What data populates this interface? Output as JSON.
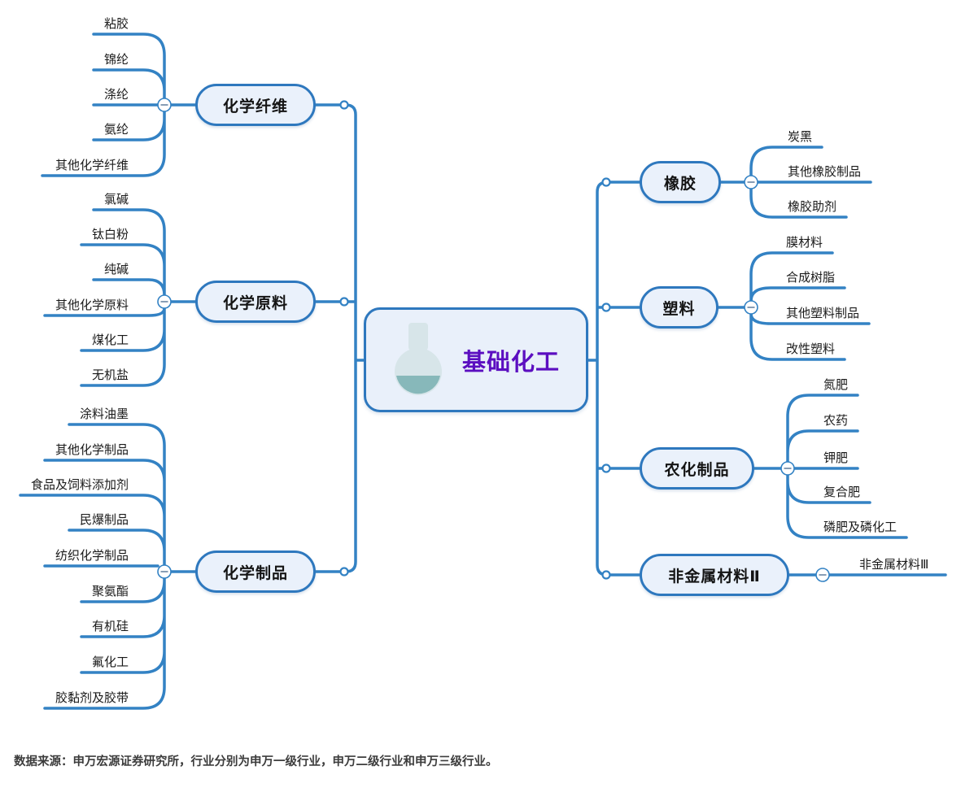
{
  "center": {
    "label": "基础化工",
    "icon": "flask-icon"
  },
  "left_branches": [
    {
      "label": "化学纤维",
      "children": [
        "粘胶",
        "锦纶",
        "涤纶",
        "氨纶",
        "其他化学纤维"
      ]
    },
    {
      "label": "化学原料",
      "children": [
        "氯碱",
        "钛白粉",
        "纯碱",
        "其他化学原料",
        "煤化工",
        "无机盐"
      ]
    },
    {
      "label": "化学制品",
      "children": [
        "涂料油墨",
        "其他化学制品",
        "食品及饲料添加剂",
        "民爆制品",
        "纺织化学制品",
        "聚氨酯",
        "有机硅",
        "氟化工",
        "胶黏剂及胶带"
      ]
    }
  ],
  "right_branches": [
    {
      "label": "橡胶",
      "children": [
        "炭黑",
        "其他橡胶制品",
        "橡胶助剂"
      ]
    },
    {
      "label": "塑料",
      "children": [
        "膜材料",
        "合成树脂",
        "其他塑料制品",
        "改性塑料"
      ]
    },
    {
      "label": "农化制品",
      "children": [
        "氮肥",
        "农药",
        "钾肥",
        "复合肥",
        "磷肥及磷化工"
      ]
    },
    {
      "label": "非金属材料Ⅱ",
      "children": [
        "非金属材料Ⅲ"
      ]
    }
  ],
  "footer": {
    "source_note": "数据来源：申万宏源证券研究所，行业分别为申万一级行业，申万二级行业和申万三级行业。"
  },
  "colors": {
    "line": "#3382C4",
    "node_border": "#2E78BE",
    "node_fill": "#EAF1FB",
    "center_text": "#5B0EC0",
    "flask_body": "#D7E5E9",
    "flask_liquid": "#87B8BA"
  }
}
